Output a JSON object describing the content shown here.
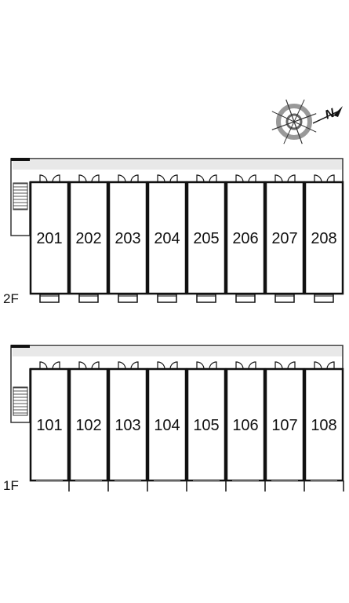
{
  "compass": {
    "north_letter": "N"
  },
  "floors": [
    {
      "label": "2F",
      "units": [
        "201",
        "202",
        "203",
        "204",
        "205",
        "206",
        "207",
        "208"
      ],
      "has_balcony": true
    },
    {
      "label": "1F",
      "units": [
        "101",
        "102",
        "103",
        "104",
        "105",
        "106",
        "107",
        "108"
      ],
      "has_balcony": false
    }
  ]
}
